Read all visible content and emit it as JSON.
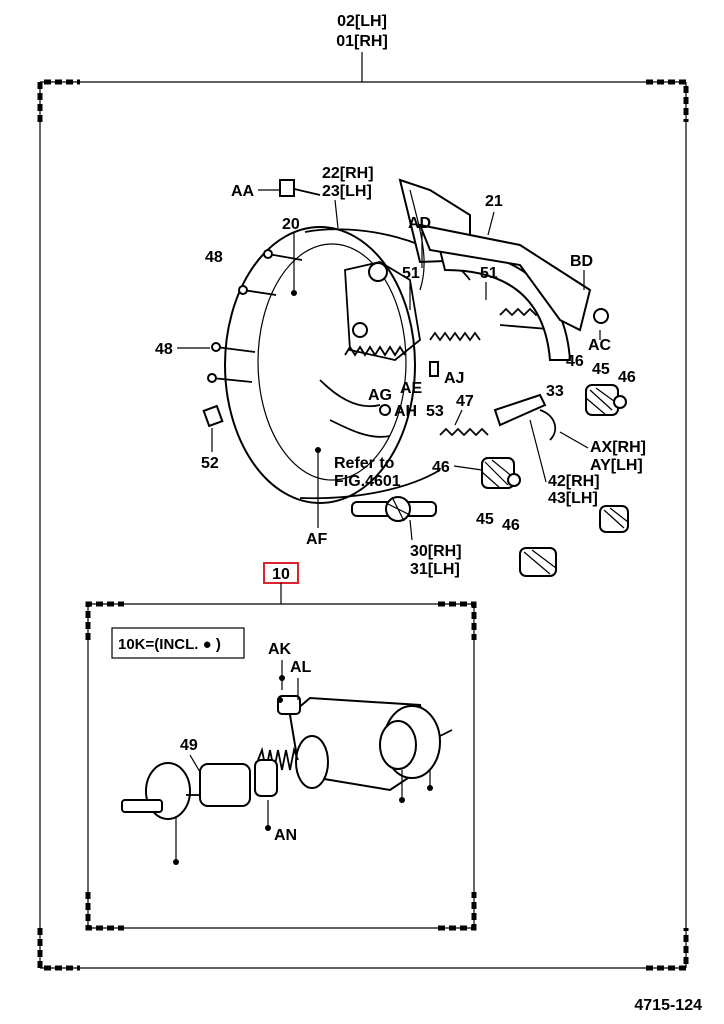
{
  "assembly": {
    "top_label_line1": "02[LH]",
    "top_label_line2": "01[RH]"
  },
  "callouts": {
    "AA": "AA",
    "l22": "22[RH]",
    "l23": "23[LH]",
    "l20": "20",
    "AD": "AD",
    "l21": "21",
    "BD": "BD",
    "l48a": "48",
    "l51a": "51",
    "l51b": "51",
    "l48b": "48",
    "AC": "AC",
    "l46a": "46",
    "l45a": "45",
    "l46b": "46",
    "AE": "AE",
    "AJ": "AJ",
    "l33": "33",
    "AG": "AG",
    "AH": "AH",
    "l53": "53",
    "l47": "47",
    "l52": "52",
    "AX": "AX[RH]",
    "AY": "AY[LH]",
    "refer_line1": "Refer to",
    "refer_line2": "FIG.4601",
    "l46c": "46",
    "l42": "42[RH]",
    "l43": "43[LH]",
    "l45b": "45",
    "l46d": "46",
    "AF": "AF",
    "l30": "30[RH]",
    "l31": "31[LH]"
  },
  "subassembly": {
    "number": "10",
    "kit_note": "10K=(INCL. ● )",
    "AK": "AK",
    "AL": "AL",
    "l49": "49",
    "AN": "AN"
  },
  "figure_number": "4715-124"
}
